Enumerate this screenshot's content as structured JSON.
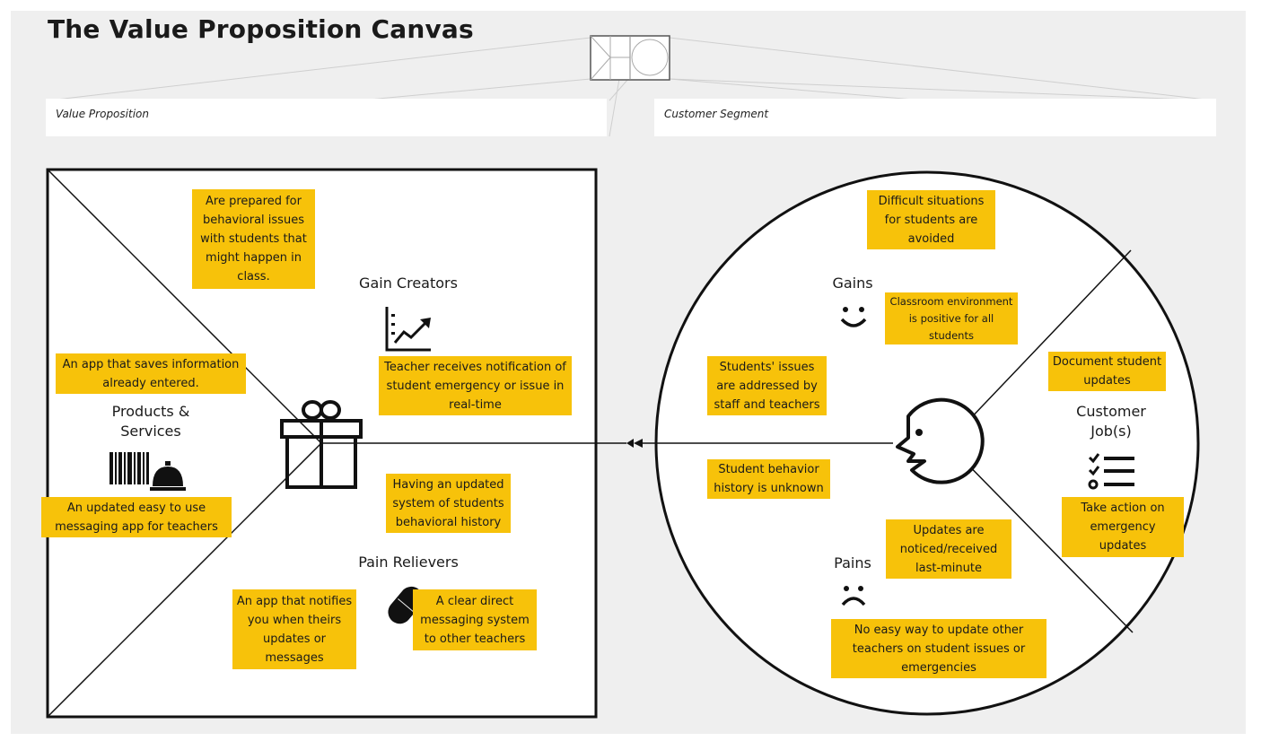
{
  "title": "The Value Proposition Canvas",
  "sections": {
    "value_proposition": "Value Proposition",
    "customer_segment": "Customer Segment"
  },
  "labels": {
    "gain_creators": "Gain Creators",
    "pain_relievers": "Pain Relievers",
    "products_services": "Products & Services",
    "gains": "Gains",
    "pains": "Pains",
    "customer_jobs": "Customer Job(s)"
  },
  "icons": [
    "gift-icon",
    "growth-chart-icon",
    "pill-icon",
    "barcode-service-bell-icon",
    "smile-face-icon",
    "sad-face-icon",
    "checklist-icon",
    "customer-face-icon"
  ],
  "notes": {
    "gc1": "Are prepared for behavioral issues with students that might happen in class.",
    "gc2": "Teacher receives notification of student emergency or issue in real-time",
    "ps1": "An app that saves information already entered.",
    "ps2": "An updated easy to use messaging app for teachers",
    "pr1": "Having an updated system of students behavioral history",
    "pr2": "An app that notifies you when theirs updates or messages",
    "pr3": "A clear direct messaging system to other teachers",
    "gain1": "Difficult situations for students are avoided",
    "gain2": "Classroom environment is positive for all students",
    "gain3": "Students' issues are addressed by staff and teachers",
    "job1": "Document student updates",
    "job2": "Take action on emergency updates",
    "pain1": "Student behavior history is unknown",
    "pain2": "Updates are noticed/received last-minute",
    "pain3": "No easy way to update other teachers on student issues or emergencies"
  },
  "colors": {
    "note": "#f7c20a",
    "board": "#efefef",
    "ink": "#111111"
  }
}
